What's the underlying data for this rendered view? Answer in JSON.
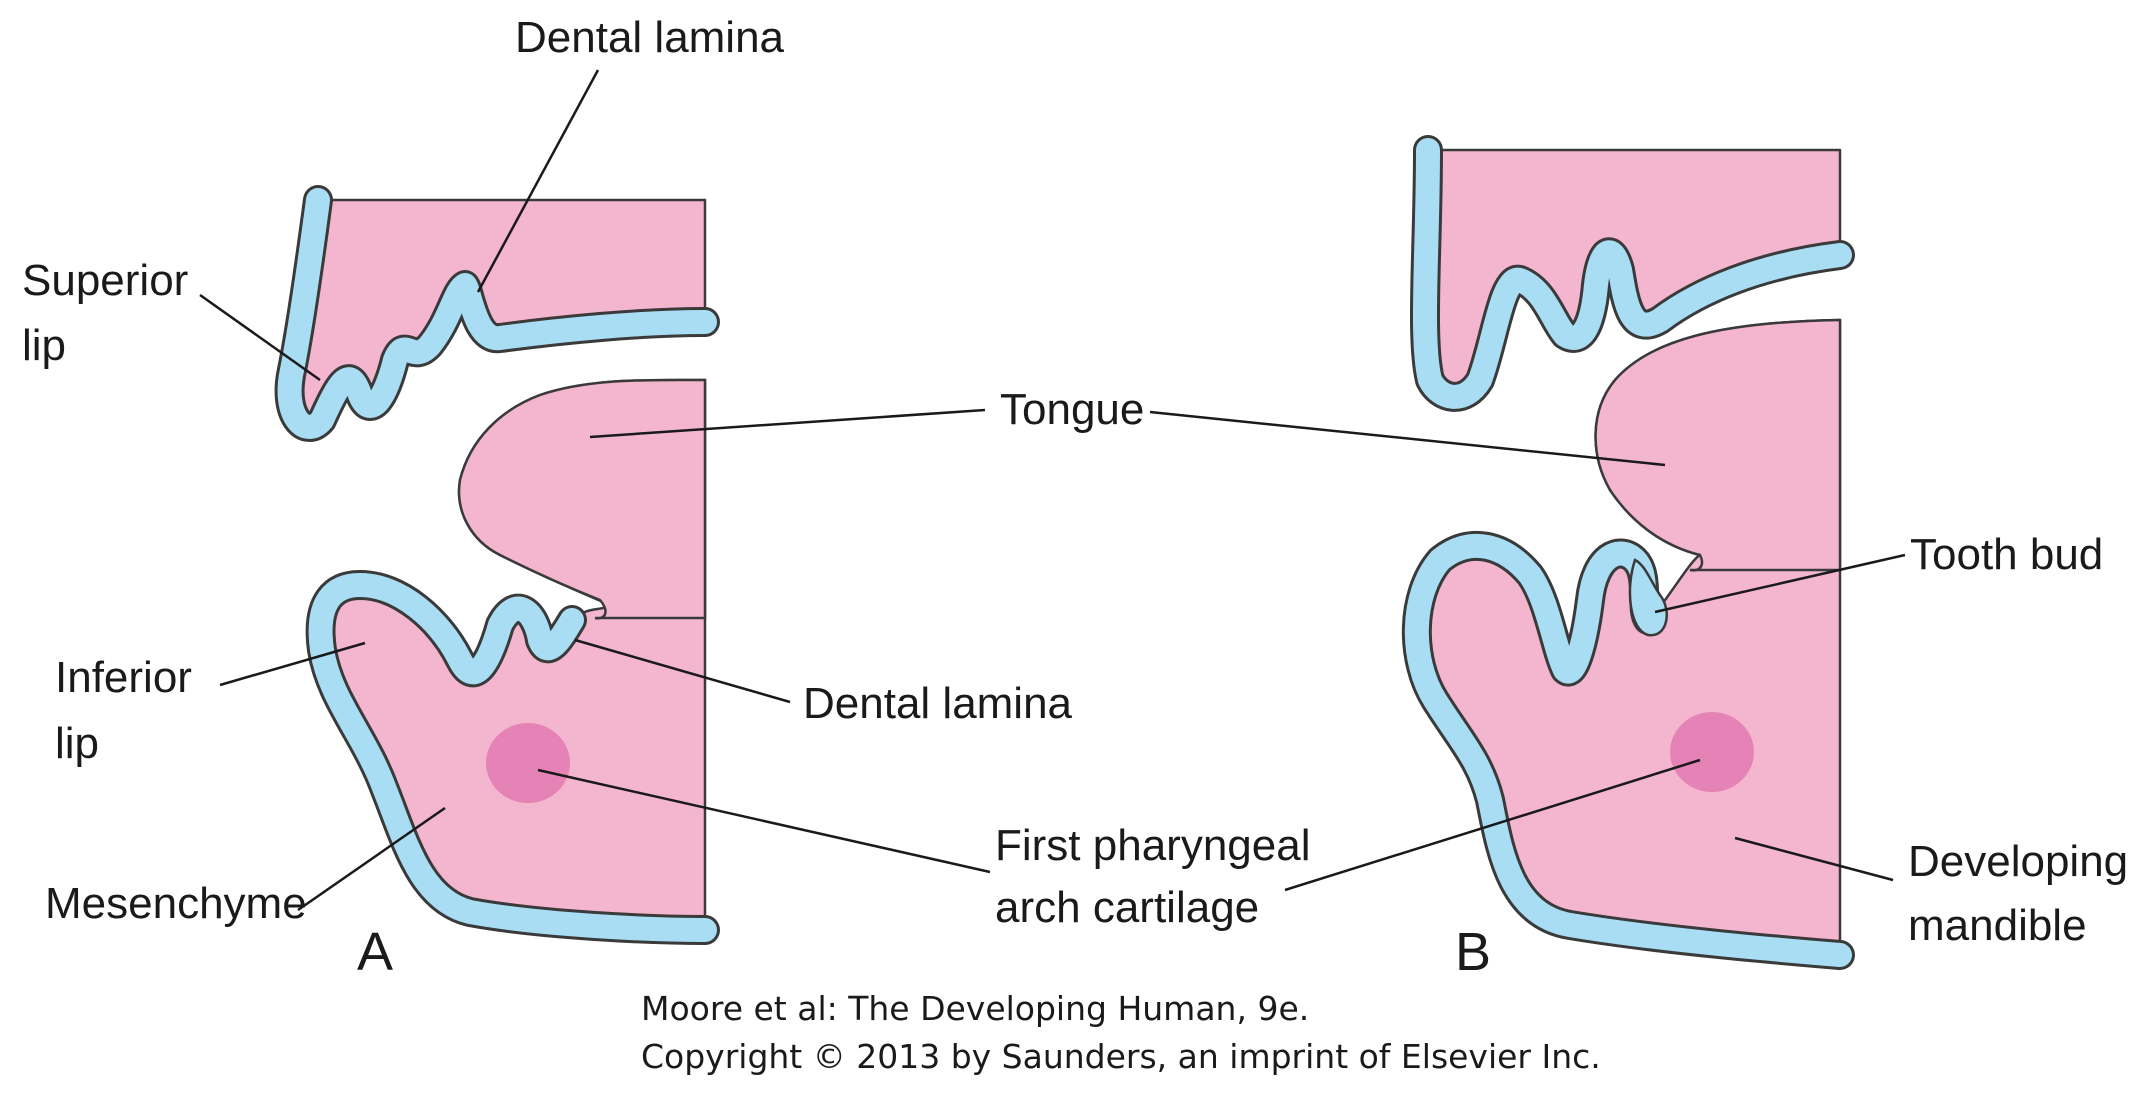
{
  "labels": {
    "dental_lamina_top": "Dental lamina",
    "superior_lip_1": "Superior",
    "superior_lip_2": "lip",
    "tongue": "Tongue",
    "inferior_lip_1": "Inferior",
    "inferior_lip_2": "lip",
    "dental_lamina_mid": "Dental lamina",
    "mesenchyme": "Mesenchyme",
    "cartilage_1": "First pharyngeal",
    "cartilage_2": "arch cartilage",
    "tooth_bud": "Tooth bud",
    "developing_mandible_1": "Developing",
    "developing_mandible_2": "mandible"
  },
  "panels": {
    "a": "A",
    "b": "B"
  },
  "credit": {
    "line1": "Moore et al: The Developing Human, 9e.",
    "line2": "Copyright © 2013 by Saunders, an imprint of Elsevier Inc."
  },
  "colors": {
    "tissue": "#f4b6cf",
    "epithelium": "#a8ddf3",
    "cartilage": "#e27ab3",
    "outline": "#3a3a3a"
  }
}
